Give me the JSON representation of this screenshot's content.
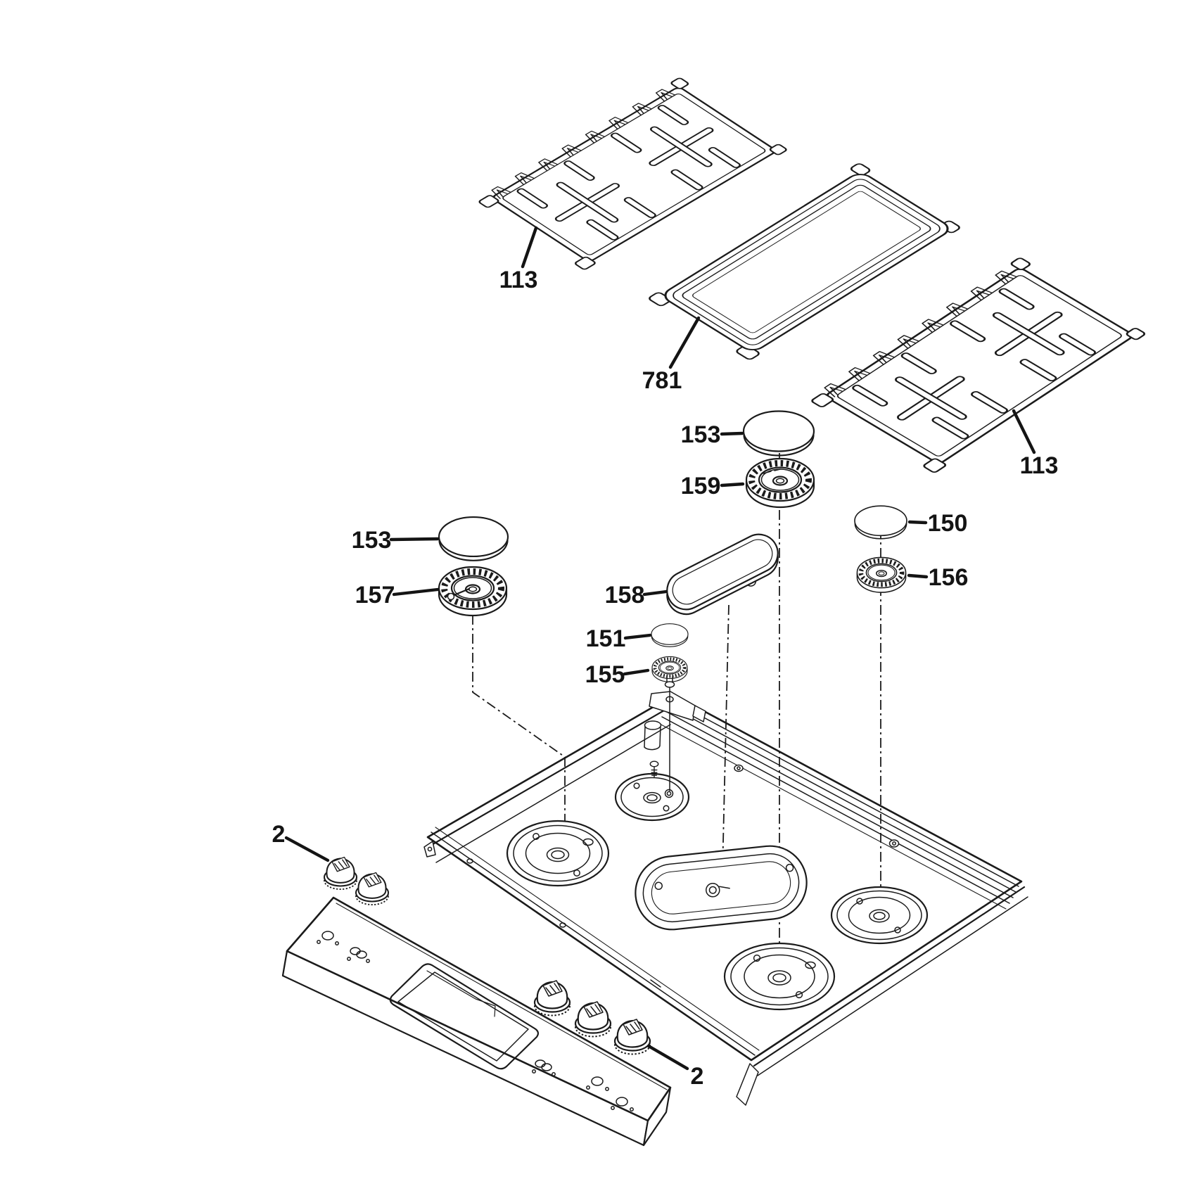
{
  "diagram": {
    "type": "exploded-parts-diagram",
    "subject": "gas cooktop main top assembly",
    "colors": {
      "background": "#ffffff",
      "line": "#1b1b1b",
      "label": "#141414"
    },
    "panel_icons": [
      "burner-icon",
      "burner-icon",
      "burner-icon",
      "burner-icon",
      "burner-icon"
    ],
    "callouts": [
      {
        "id": "grate-left",
        "label": "113"
      },
      {
        "id": "griddle",
        "label": "781"
      },
      {
        "id": "grate-right",
        "label": "113"
      },
      {
        "id": "cap-center",
        "label": "153"
      },
      {
        "id": "burner-center",
        "label": "159"
      },
      {
        "id": "cap-right-small",
        "label": "150"
      },
      {
        "id": "burner-right-small",
        "label": "156"
      },
      {
        "id": "cap-left",
        "label": "153"
      },
      {
        "id": "burner-left",
        "label": "157"
      },
      {
        "id": "cap-oval",
        "label": "158"
      },
      {
        "id": "cap-small",
        "label": "151"
      },
      {
        "id": "burner-small",
        "label": "155"
      },
      {
        "id": "knob-upper",
        "label": "2"
      },
      {
        "id": "knob-lower",
        "label": "2"
      }
    ]
  }
}
